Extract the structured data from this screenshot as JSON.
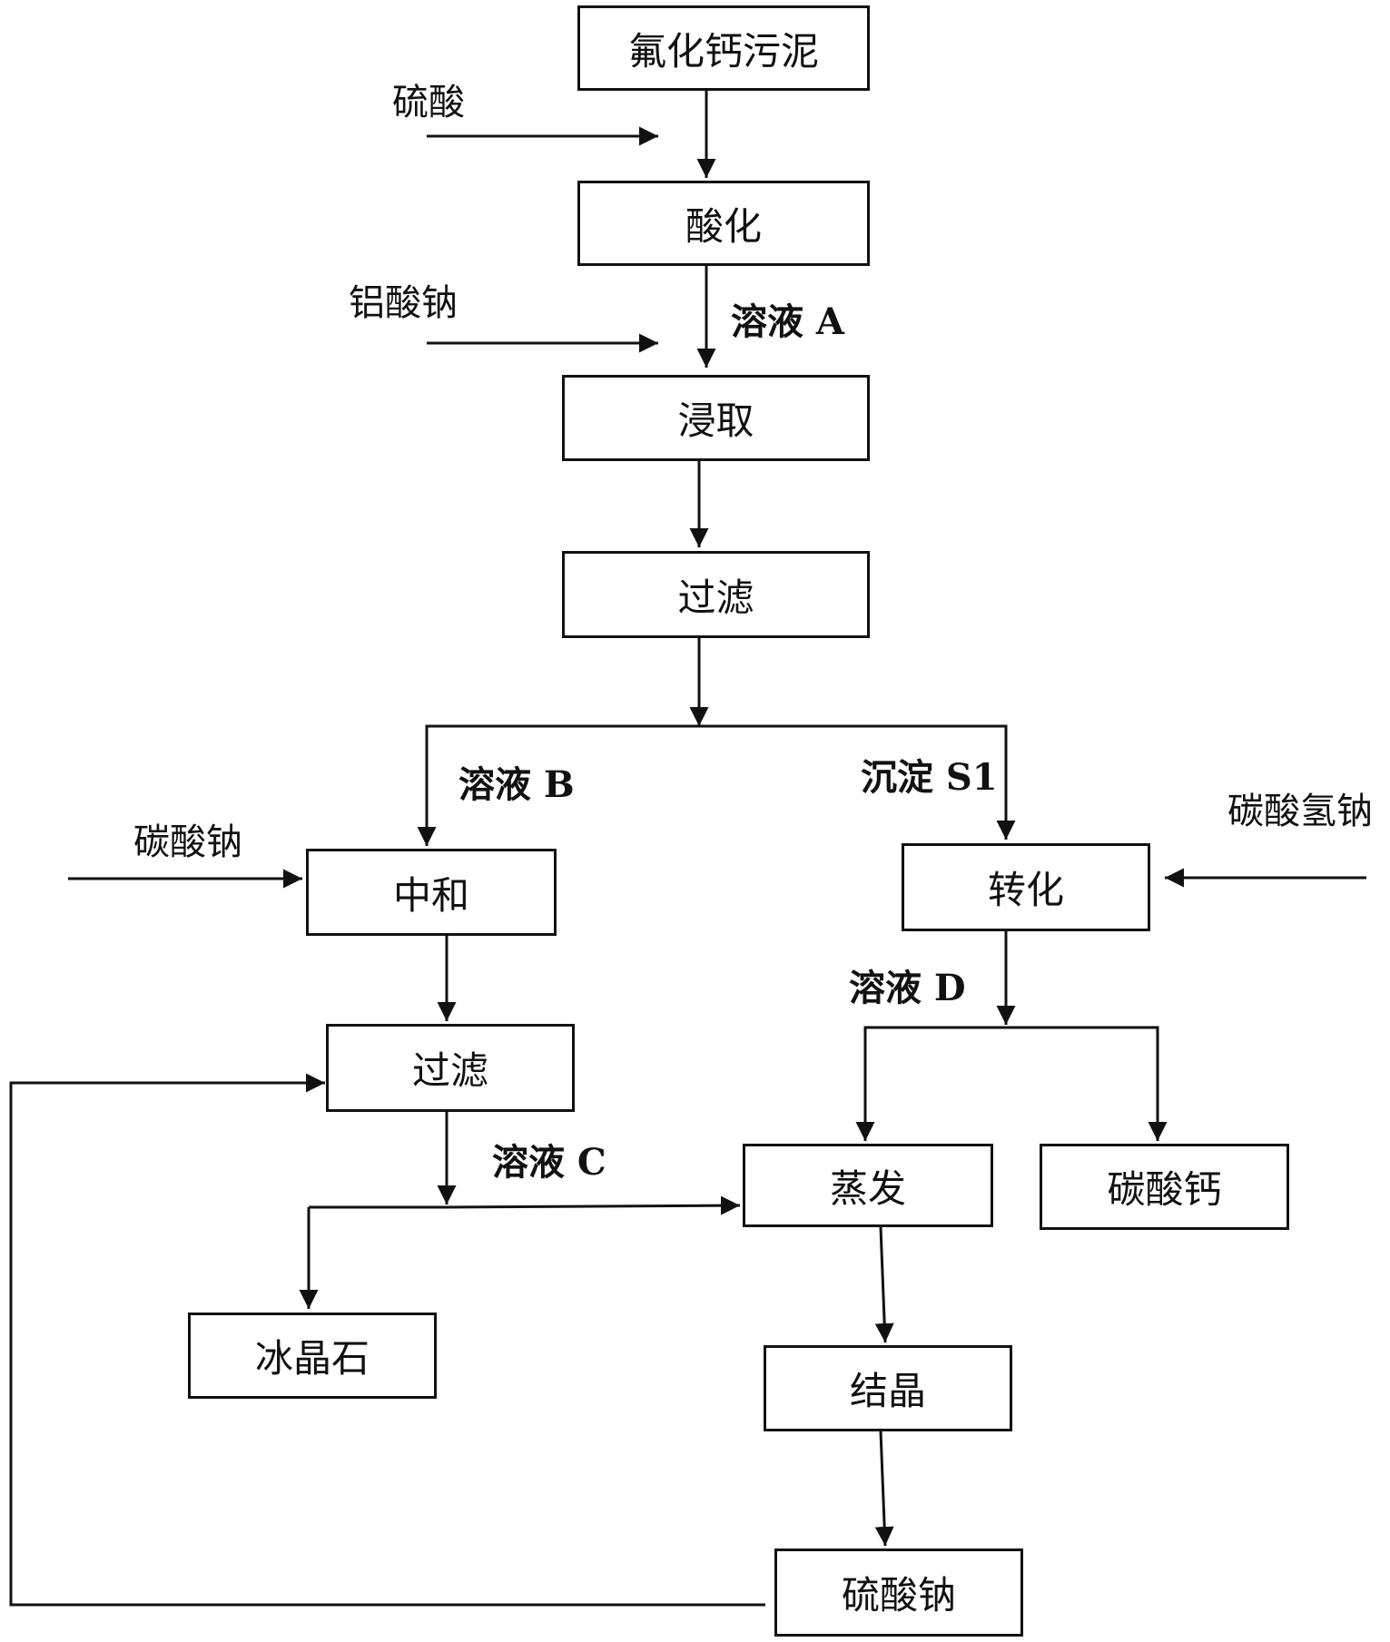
{
  "nodes": {
    "sludge": "氟化钙污泥",
    "acidify": "酸化",
    "leach": "浸取",
    "filter1": "过滤",
    "neutralize": "中和",
    "convert": "转化",
    "filter2": "过滤",
    "evaporate": "蒸发",
    "calcium_carbonate": "碳酸钙",
    "cryolite": "冰晶石",
    "crystallize": "结晶",
    "sodium_sulfate": "硫酸钠"
  },
  "inputs": {
    "sulfuric_acid": "硫酸",
    "sodium_aluminate": "铝酸钠",
    "sodium_carbonate": "碳酸钠",
    "sodium_bicarbonate": "碳酸氢钠"
  },
  "streams": {
    "solution_a": "溶液 A",
    "solution_b": "溶液 B",
    "precipitate_s1": "沉淀 S1",
    "solution_d": "溶液 D",
    "solution_c": "溶液 C"
  },
  "colors": {
    "line": "#111111",
    "background": "#ffffff"
  }
}
